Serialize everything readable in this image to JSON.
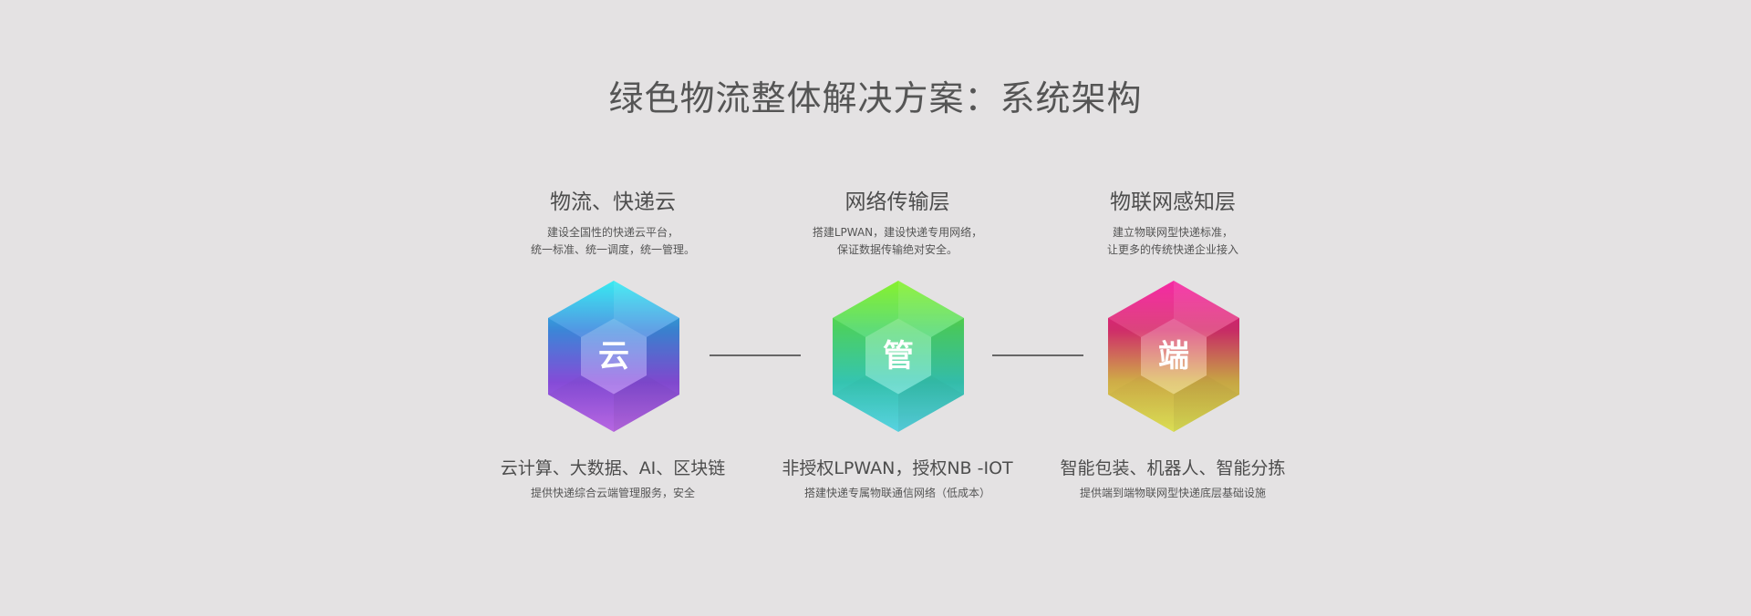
{
  "title": "绿色物流整体解决方案：系统架构",
  "columns": [
    {
      "heading": "物流、快递云",
      "desc_line1": "建设全国性的快递云平台，",
      "desc_line2": "统一标准、统一调度，统一管理。",
      "hex_char": "云",
      "hex_gradient": [
        "#22e8f0",
        "#3f8be0",
        "#8a4fe0",
        "#c46ef0"
      ],
      "foot_title": "云计算、大数据、AI、区块链",
      "foot_desc": "提供快递综合云端管理服务，安全"
    },
    {
      "heading": "网络传输层",
      "desc_line1": "搭建LPWAN，建设快递专用网络，",
      "desc_line2": "保证数据传输绝对安全。",
      "hex_char": "管",
      "hex_gradient": [
        "#7af016",
        "#4dd86a",
        "#38cdb8",
        "#5ee0ef"
      ],
      "foot_title": "非授权LPWAN，授权NB -IOT",
      "foot_desc": "搭建快递专属物联通信网络（低成本）"
    },
    {
      "heading": "物联网感知层",
      "desc_line1": "建立物联网型快递标准，",
      "desc_line2": "让更多的传统快递企业接入",
      "hex_char": "端",
      "hex_gradient": [
        "#f5119a",
        "#d8306e",
        "#d8b54a",
        "#e8ec5a"
      ],
      "foot_title": "智能包装、机器人、智能分拣",
      "foot_desc": "提供端到端物联网型快递底层基础设施"
    }
  ]
}
